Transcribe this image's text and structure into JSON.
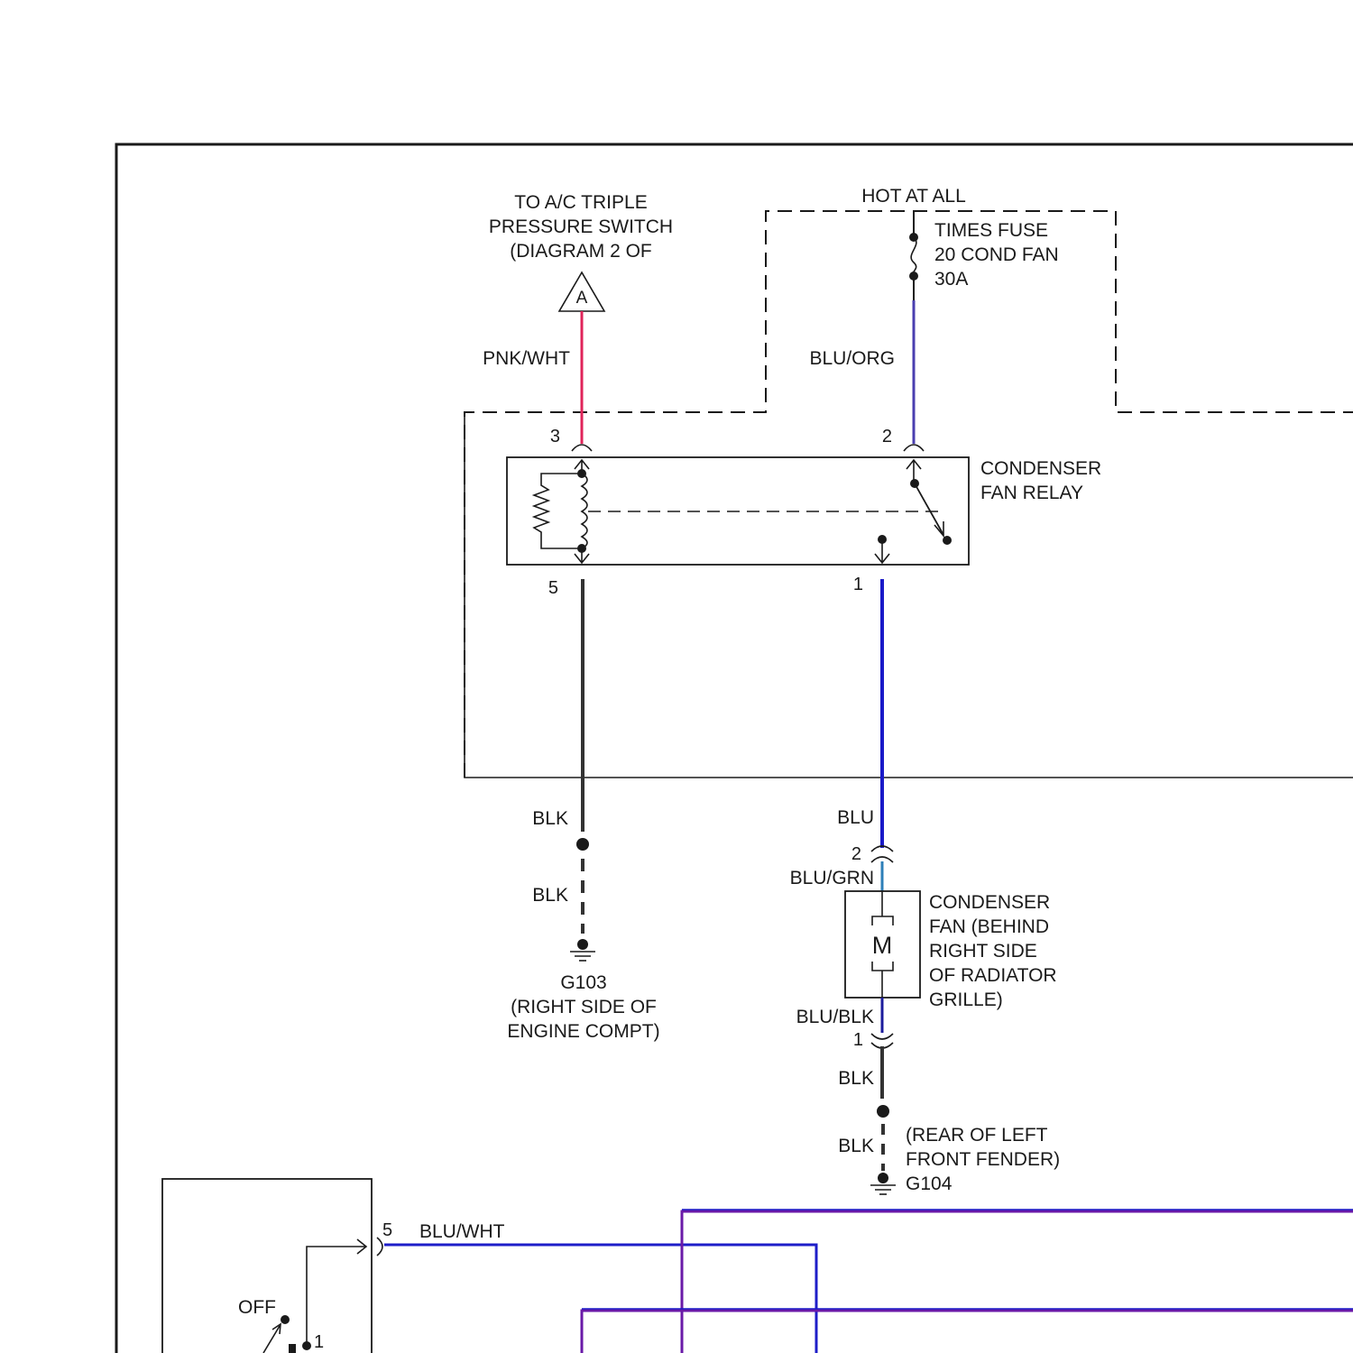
{
  "colors": {
    "line": "#1a1a1a",
    "wire_pnk_wht": "#e0245a",
    "wire_blu_org": "#4a3fb0",
    "wire_blu": "#1a1ac8",
    "wire_blu_grn": "#2e7fb8",
    "wire_blu_blk": "#1c1c9c",
    "wire_blk": "#333333",
    "wire_blu_wht": "#1e1ec8",
    "wire_purple": "#6a1aa8"
  },
  "labels": {
    "ac_switch": [
      "TO A/C TRIPLE",
      "PRESSURE SWITCH",
      "(DIAGRAM 2 OF"
    ],
    "ac_connector": "A",
    "hot": "HOT AT ALL",
    "fuse": [
      "TIMES FUSE",
      "20 COND FAN",
      "30A"
    ],
    "relay": [
      "CONDENSER",
      "FAN RELAY"
    ],
    "fan": [
      "CONDENSER",
      "FAN (BEHIND",
      "RIGHT SIDE",
      "OF RADIATOR",
      "GRILLE)"
    ],
    "motor": "M",
    "g103": [
      "G103",
      "(RIGHT SIDE OF",
      "ENGINE COMPT)"
    ],
    "g104": [
      "(REAR OF LEFT",
      "FRONT FENDER)",
      "G104"
    ],
    "off": "OFF"
  },
  "wires": {
    "pnk_wht": "PNK/WHT",
    "blu_org": "BLU/ORG",
    "blk_a": "BLK",
    "blk_b": "BLK",
    "blu": "BLU",
    "blu_grn": "BLU/GRN",
    "blu_blk": "BLU/BLK",
    "blk_c": "BLK",
    "blk_d": "BLK",
    "blu_wht": "BLU/WHT"
  },
  "pins": {
    "relay_3": "3",
    "relay_2": "2",
    "relay_5": "5",
    "relay_1": "1",
    "fan_2": "2",
    "fan_1": "1",
    "switch_5": "5",
    "switch_1": "1"
  }
}
